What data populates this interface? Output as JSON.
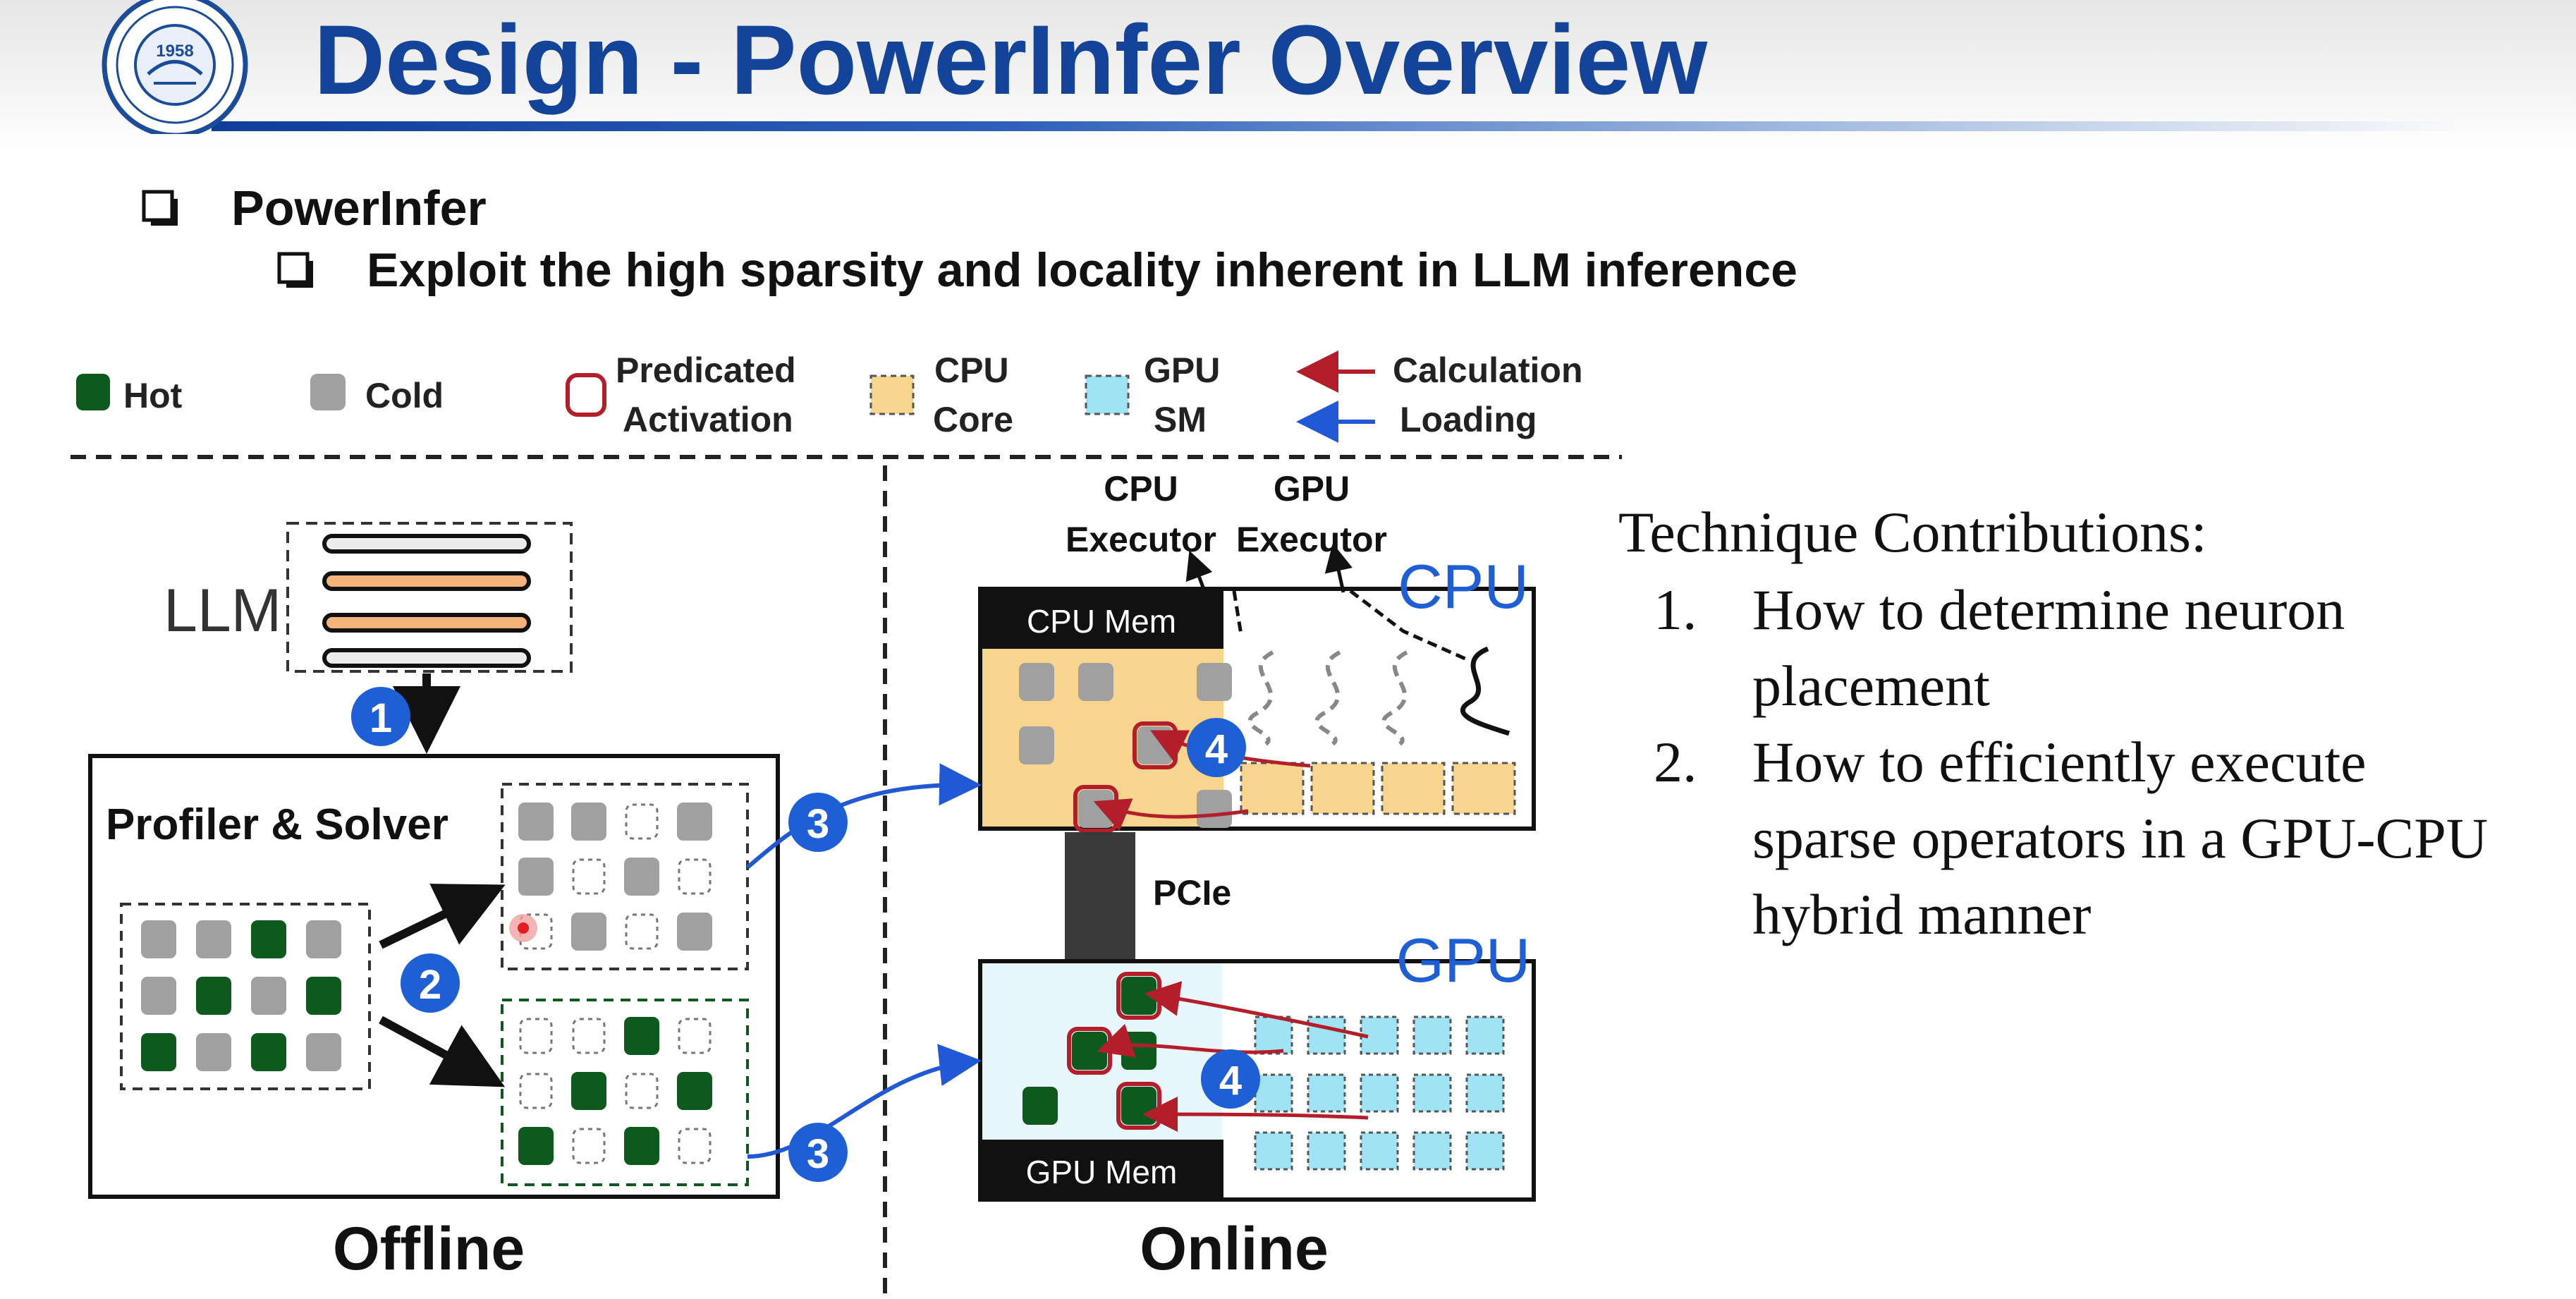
{
  "slide": {
    "title": "Design - PowerInfer Overview",
    "logo_year": "1958",
    "bullets": {
      "level1": "PowerInfer",
      "level2": "Exploit the high sparsity and locality inherent in LLM inference"
    }
  },
  "legend": {
    "hot": "Hot",
    "cold": "Cold",
    "predicated_line1": "Predicated",
    "predicated_line2": "Activation",
    "cpu_core_line1": "CPU",
    "cpu_core_line2": "Core",
    "gpu_sm_line1": "GPU",
    "gpu_sm_line2": "SM",
    "calculation": "Calculation",
    "loading": "Loading"
  },
  "offline": {
    "llm_label": "LLM",
    "profiler_label": "Profiler & Solver",
    "caption": "Offline"
  },
  "online": {
    "cpu_executor_line1": "CPU",
    "cpu_executor_line2": "Executor",
    "gpu_executor_line1": "GPU",
    "gpu_executor_line2": "Executor",
    "cpu_label": "CPU",
    "gpu_label": "GPU",
    "cpu_mem": "CPU Mem",
    "gpu_mem": "GPU Mem",
    "pcie": "PCIe",
    "caption": "Online"
  },
  "steps": [
    "1",
    "2",
    "3",
    "3",
    "4",
    "4"
  ],
  "technique": {
    "heading": "Technique Contributions:",
    "items": [
      {
        "num": "1.",
        "line1": "How to determine neuron",
        "line2": "placement"
      },
      {
        "num": "2.",
        "line1": "How to efficiently execute",
        "line2": "sparse operators in a GPU-CPU",
        "line3": "hybrid manner"
      }
    ]
  },
  "colors": {
    "title": "#13449a",
    "hot": "#0e5a1e",
    "cold": "#a0a0a0",
    "predicated": "#b31e2a",
    "cpu_core": "#f8d58f",
    "gpu_sm": "#9fe3f4",
    "calculation": "#b31e2a",
    "loading": "#2158d6",
    "step_badge": "#1f5fd6"
  }
}
